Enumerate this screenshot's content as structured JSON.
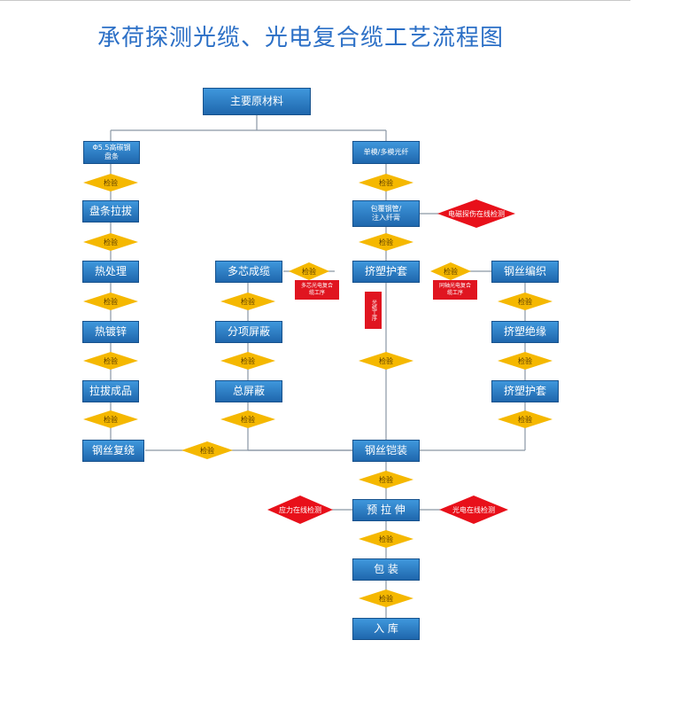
{
  "title": "承荷探测光缆、光电复合缆工艺流程图",
  "check_label": "检验",
  "nodes": {
    "raw": "主要原材料",
    "rod": "Φ5.5高碳钢\n盘条",
    "fiber": "单模/多模光纤",
    "draw": "盘条拉拔",
    "heat": "热处理",
    "galv": "热镀锌",
    "drawfin": "拉拔成品",
    "rewind": "钢丝复绕",
    "tube": "包覆钢管/\n注入纤膏",
    "extrude": "挤塑护套",
    "multicore": "多芯成缆",
    "shield_sub": "分项屏蔽",
    "shield_total": "总屏蔽",
    "braid": "钢丝编织",
    "extrude_ins": "挤塑绝缘",
    "extrude_sheath": "挤塑护套",
    "armor": "钢丝铠装",
    "prestretch": "预 拉 伸",
    "pack": "包      装",
    "store": "入      库"
  },
  "red_labels": {
    "em_detect": "电磁探伤在线检测",
    "stress_detect": "应力在线检测",
    "fiber_detect": "光电在线检测",
    "multicore_proc": "多芯光电复合\n缆工序",
    "fiber_proc": "光缆工序",
    "coax_proc": "同轴光电复合\n缆工序"
  },
  "colors": {
    "box": "#2a7ac6",
    "check": "#f5b800",
    "detect": "#e8101a",
    "line": "#7a8a99",
    "title": "#2b6fc6"
  }
}
